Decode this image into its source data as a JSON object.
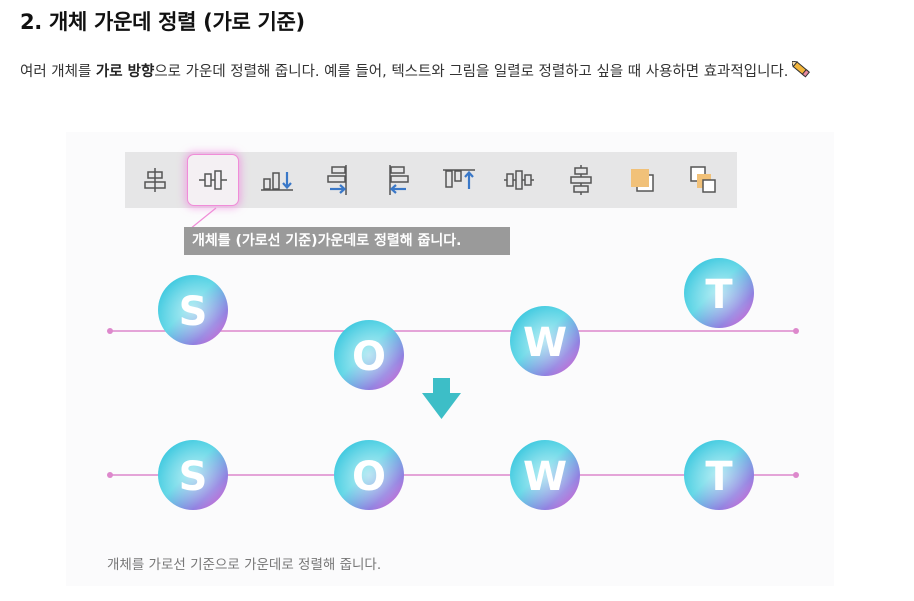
{
  "heading": "2. 개체 가운데 정렬 (가로 기준)",
  "paragraph": {
    "part1": "여러 개체를 ",
    "bold": "가로 방향",
    "part2": "으로 가운데 정렬해 줍니다. 예를 들어, 텍스트와 그림을 일렬로 정렬하고 싶을 때 사용하면 효과적입니다.",
    "emoji_icon": "pencil-icon"
  },
  "figure": {
    "toolbar_icons": [
      "align-center-vertical-icon",
      "align-middle-horizontal-icon",
      "align-bottom-icon",
      "align-right-icon",
      "align-left-icon",
      "align-top-icon",
      "distribute-horizontal-icon",
      "distribute-vertical-icon",
      "bring-forward-icon",
      "send-backward-icon"
    ],
    "active_tool_index": 1,
    "tooltip": "개체를 (가로선 기준)가운데로 정렬해 줍니다.",
    "before_circles": [
      "S",
      "O",
      "W",
      "T"
    ],
    "after_circles": [
      "S",
      "O",
      "W",
      "T"
    ],
    "arrow_icon": "arrow-down-icon",
    "caption": "개체를 가로선 기준으로 가운데로 정렬해 줍니다.",
    "colors": {
      "guide_line": "#dd88cc",
      "arrow": "#3dbec7",
      "highlight": "#f08cd8",
      "tooltip_bg": "#9a9a9a",
      "toolbar_bg": "#e6e6e7",
      "icon_blue": "#3a78c8",
      "icon_orange": "#f1c179"
    }
  }
}
